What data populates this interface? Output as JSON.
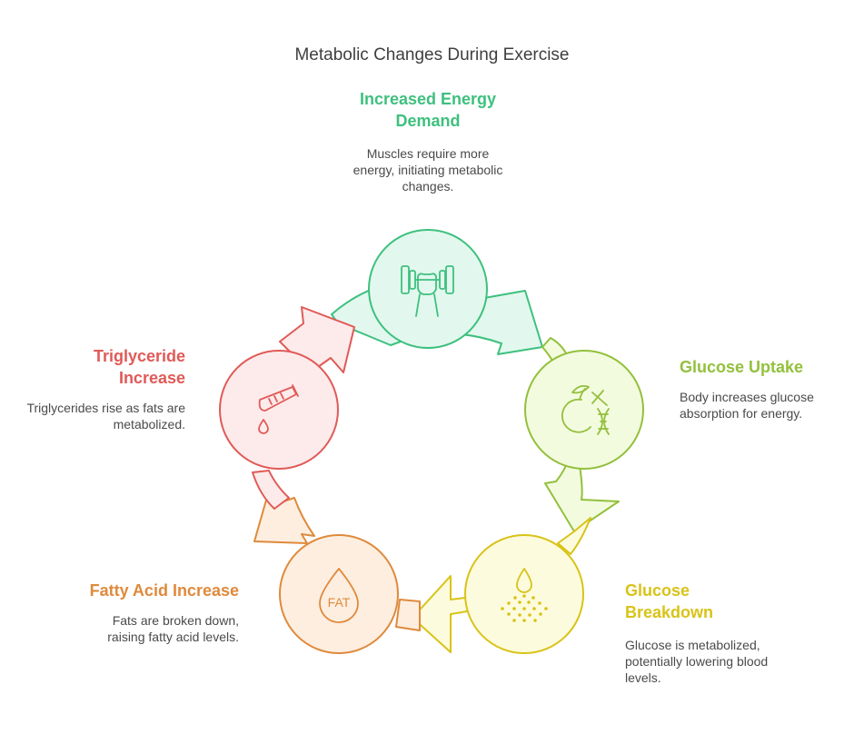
{
  "title": "Metabolic Changes During Exercise",
  "steps": [
    {
      "heading": "Increased Energy Demand",
      "description": "Muscles require more energy, initiating metabolic changes.",
      "icon": "dumbbell-icon",
      "color": "#3ec07e",
      "fill": "#e2f8ee"
    },
    {
      "heading": "Glucose Uptake",
      "description": "Body increases glucose absorption for energy.",
      "icon": "apple-dna-icon",
      "color": "#93c03c",
      "fill": "#f3fbdf"
    },
    {
      "heading": "Glucose Breakdown",
      "description": "Glucose is metabolized, potentially lowering blood levels.",
      "icon": "glucose-drop-icon",
      "color": "#d8c318",
      "fill": "#fdfbdd"
    },
    {
      "heading": "Fatty Acid Increase",
      "description": "Fats are broken down, raising fatty acid levels.",
      "icon": "fat-drop-icon",
      "icon_text": "FAT",
      "color": "#df8a3c",
      "fill": "#fdeee0"
    },
    {
      "heading": "Triglyceride Increase",
      "description": "Triglycerides rise as fats are metabolized.",
      "icon": "test-tube-icon",
      "color": "#e05a57",
      "fill": "#fdebeb"
    }
  ]
}
